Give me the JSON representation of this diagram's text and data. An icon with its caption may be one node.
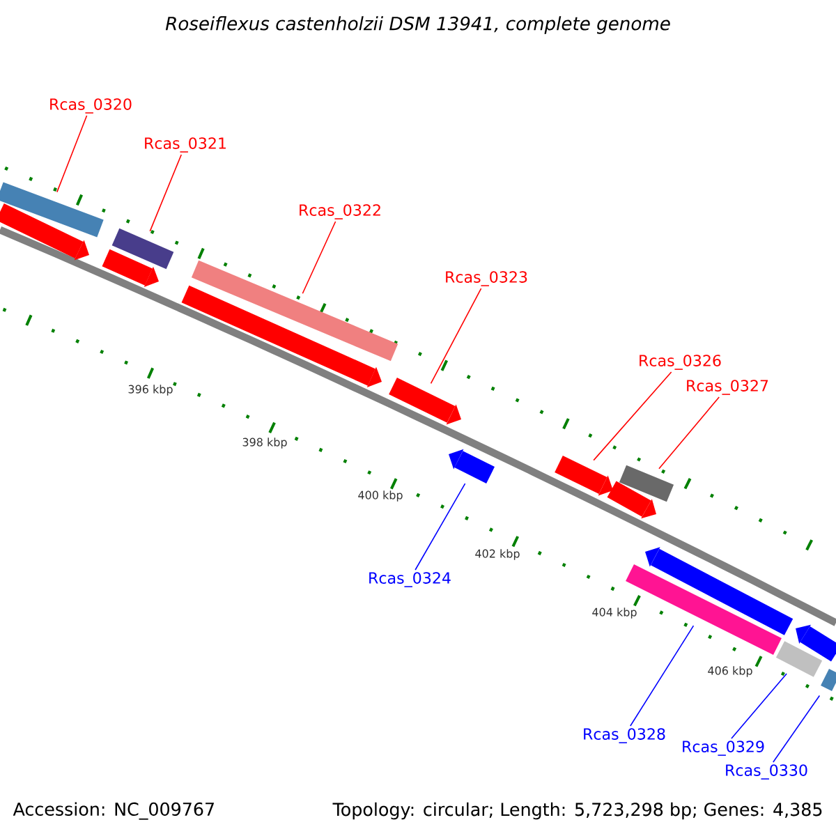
{
  "diagram": {
    "title": "Roseiflexus castenholzii DSM 13941, complete genome",
    "nodes": [
      {
        "text": [
          "Rcas_0320"
        ]
      },
      {
        "text": [],
        "shape": "bar"
      },
      {
        "text": [
          "Rcas_0321"
        ]
      },
      {
        "text": [],
        "shape": "bar"
      },
      {
        "text": [
          "Rcas_0322"
        ]
      },
      {
        "text": [],
        "shape": "bar"
      },
      {
        "text": [
          "Rcas_0323"
        ]
      },
      {
        "text": [],
        "shape": "arrow"
      },
      {
        "text": [
          "Rcas_0326"
        ]
      },
      {
        "text": [],
        "shape": "arrow"
      },
      {
        "text": [
          "Rcas_0327"
        ]
      },
      {
        "text": [],
        "shape": "bar"
      },
      {
        "text": [],
        "shape": "arrow"
      },
      {
        "text": [
          "Rcas_0324"
        ]
      },
      {
        "text": [],
        "shape": "bar"
      },
      {
        "text": [
          "Rcas_0328"
        ]
      },
      {
        "text": [],
        "shape": "bar"
      },
      {
        "text": [
          "Rcas_0329"
        ]
      },
      {
        "text": [],
        "shape": "bar"
      },
      {
        "text": [
          "Rcas_0330"
        ]
      }
    ],
    "edges": [
      {
        "from": 0,
        "to": 1,
        "arrow": "none"
      },
      {
        "from": 2,
        "to": 3,
        "arrow": "none"
      },
      {
        "from": 4,
        "to": 5,
        "arrow": "none"
      },
      {
        "from": 6,
        "to": 7,
        "arrow": "none"
      },
      {
        "from": 8,
        "to": 9,
        "arrow": "none"
      },
      {
        "from": 10,
        "to": 11,
        "arrow": "none"
      },
      {
        "from": 13,
        "to": 12,
        "arrow": "none",
        "color": "#0000ff"
      },
      {
        "from": 15,
        "to": 14,
        "arrow": "none",
        "color": "#0000ff"
      },
      {
        "from": 17,
        "to": 16,
        "arrow": "none",
        "color": "#0000ff"
      },
      {
        "from": 19,
        "to": 18,
        "arrow": "none",
        "color": "#0000ff"
      }
    ],
    "labels": [
      "396 kbp",
      "398 kbp",
      "400 kbp",
      "402 kbp",
      "404 kbp",
      "406 kbp",
      "Accession: NC_009767",
      "Topology: circular; Length: 5,723,298 bp; Genes: 4,385"
    ]
  }
}
